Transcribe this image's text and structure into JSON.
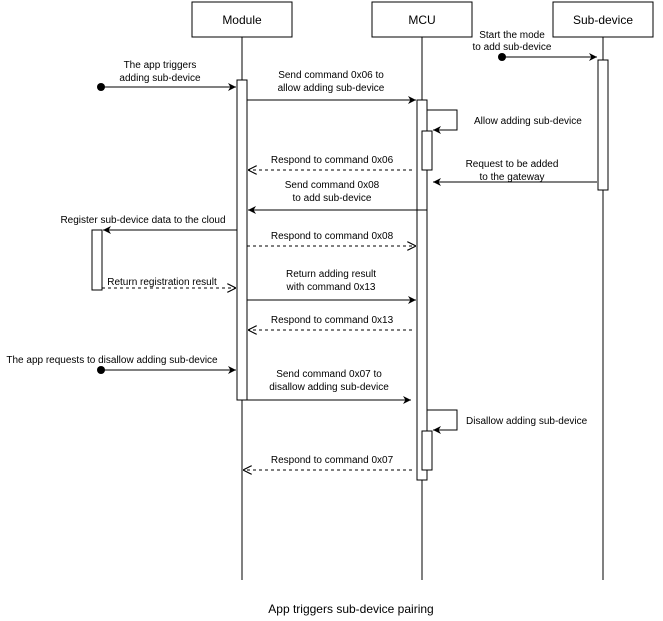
{
  "participants": [
    {
      "id": "module",
      "label": "Module"
    },
    {
      "id": "mcu",
      "label": "MCU"
    },
    {
      "id": "subdevice",
      "label": "Sub-device"
    }
  ],
  "messages": [
    {
      "id": "app-triggers",
      "from": "found",
      "to": "module",
      "style": "solid",
      "lines": [
        "The app triggers",
        "adding sub-device"
      ]
    },
    {
      "id": "start-mode",
      "from": "found",
      "to": "subdevice",
      "style": "solid",
      "lines": [
        "Start the mode",
        "to add sub-device"
      ]
    },
    {
      "id": "send-0x06",
      "from": "module",
      "to": "mcu",
      "style": "solid",
      "lines": [
        "Send command 0x06 to",
        "allow adding sub-device"
      ]
    },
    {
      "id": "allow-self",
      "from": "mcu",
      "to": "mcu",
      "style": "self",
      "lines": [
        "Allow adding sub-device"
      ]
    },
    {
      "id": "respond-0x06",
      "from": "mcu",
      "to": "module",
      "style": "dashed",
      "lines": [
        "Respond to command 0x06"
      ]
    },
    {
      "id": "request-added",
      "from": "subdevice",
      "to": "mcu",
      "style": "solid",
      "lines": [
        "Request to be added",
        "to the gateway"
      ]
    },
    {
      "id": "send-0x08",
      "from": "mcu",
      "to": "module",
      "style": "solid",
      "lines": [
        "Send command 0x08",
        "to add sub-device"
      ]
    },
    {
      "id": "register-cloud",
      "from": "module",
      "to": "cloud",
      "style": "solid",
      "lines": [
        "Register sub-device data to the cloud"
      ]
    },
    {
      "id": "respond-0x08",
      "from": "module",
      "to": "mcu",
      "style": "dashed",
      "lines": [
        "Respond to command 0x08"
      ]
    },
    {
      "id": "return-registration",
      "from": "cloud",
      "to": "module",
      "style": "dashed",
      "lines": [
        "Return registration result"
      ]
    },
    {
      "id": "return-0x13",
      "from": "module",
      "to": "mcu",
      "style": "solid",
      "lines": [
        "Return adding result",
        "with command 0x13"
      ]
    },
    {
      "id": "respond-0x13",
      "from": "mcu",
      "to": "module",
      "style": "dashed",
      "lines": [
        "Respond to command 0x13"
      ]
    },
    {
      "id": "app-disallow",
      "from": "found",
      "to": "module",
      "style": "solid",
      "lines": [
        "The app requests to disallow adding sub-device"
      ]
    },
    {
      "id": "send-0x07",
      "from": "module",
      "to": "mcu",
      "style": "solid",
      "lines": [
        "Send command 0x07 to",
        "disallow adding sub-device"
      ]
    },
    {
      "id": "disallow-self",
      "from": "mcu",
      "to": "mcu",
      "style": "self",
      "lines": [
        "Disallow adding sub-device"
      ]
    },
    {
      "id": "respond-0x07",
      "from": "mcu",
      "to": "module",
      "style": "dashed",
      "lines": [
        "Respond to command 0x07"
      ]
    }
  ],
  "caption": "App triggers sub-device pairing"
}
